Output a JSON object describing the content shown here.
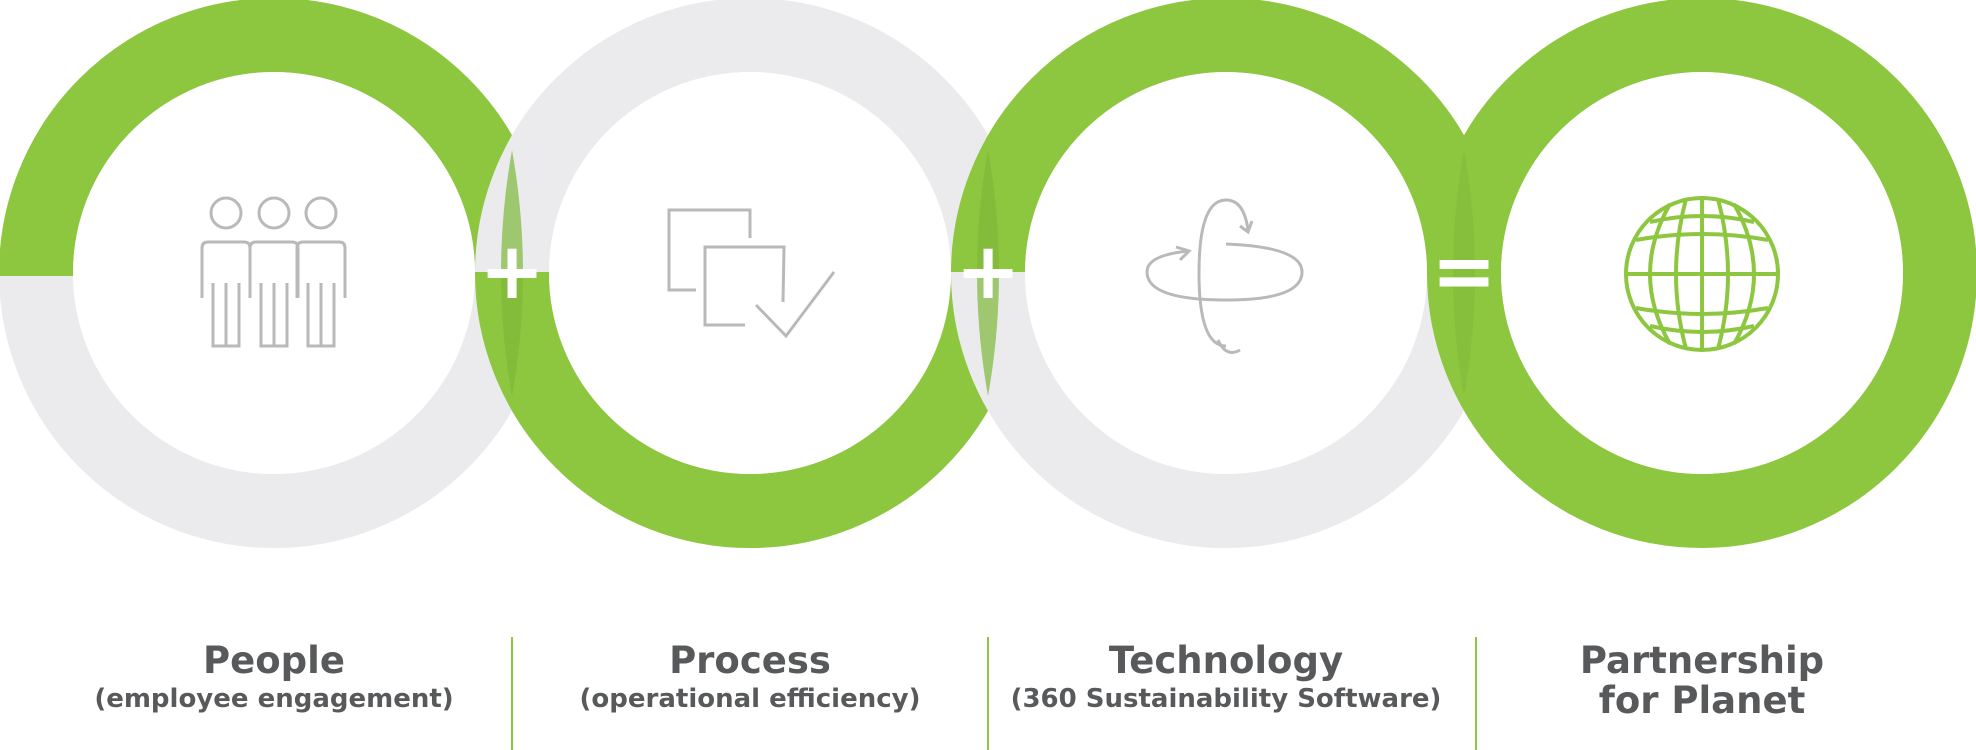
{
  "colors": {
    "green": "#8dc63f",
    "gray_ring": "#ebebed",
    "overlap": "#7fb83a",
    "icon_gray": "#b9b9b9",
    "text": "#58595b",
    "operator": "#ffffff"
  },
  "steps": [
    {
      "title": "People",
      "subtitle": "(employee engagement)",
      "icon": "people-icon"
    },
    {
      "title": "Process",
      "subtitle": "(operational efficiency)",
      "icon": "process-check-icon"
    },
    {
      "title": "Technology",
      "subtitle": "(360 Sustainability Software)",
      "icon": "rotation-3d-icon"
    },
    {
      "title": "Partnership",
      "subtitle": "for Planet",
      "icon": "globe-icon"
    }
  ],
  "operators": [
    "+",
    "+",
    "="
  ]
}
